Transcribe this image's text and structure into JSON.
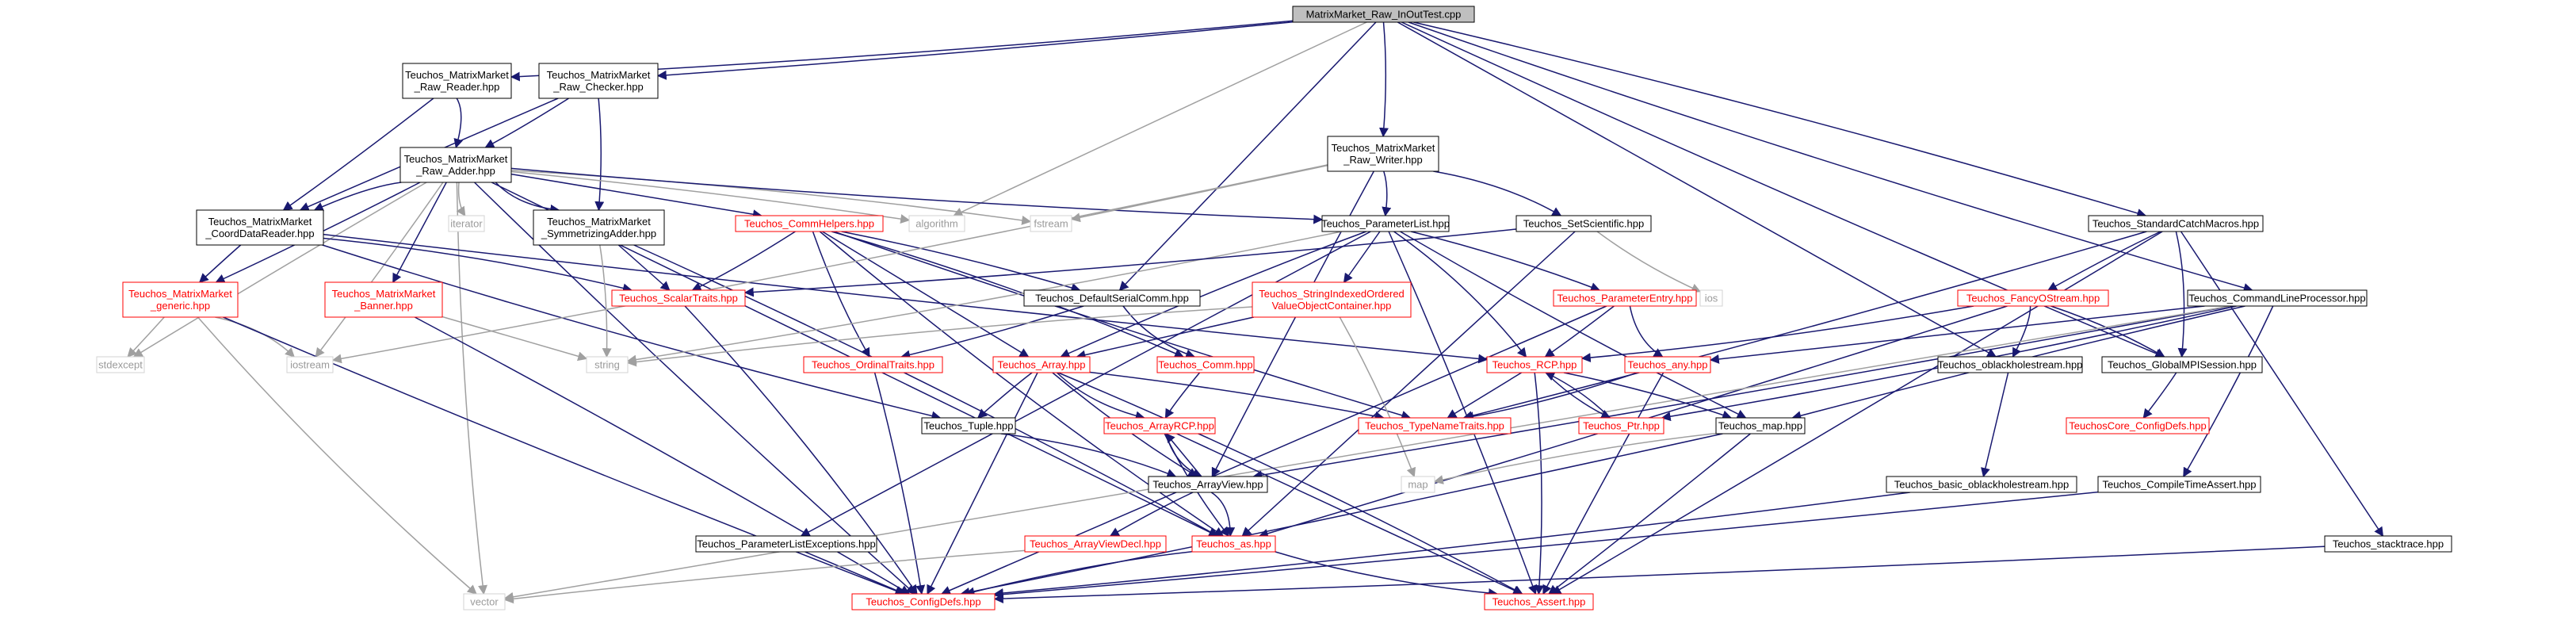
{
  "diagram": {
    "colors": {
      "edge": "#191970",
      "edge_light": "#a0a0a0",
      "root_fill": "#bfbfbf",
      "box_border": "#000000",
      "red_border": "#ff0000",
      "gray_border": "#d3d3d3"
    },
    "nodes": [
      {
        "id": "root",
        "lines": [
          "MatrixMarket_Raw_InOutTest.cpp"
        ],
        "style": "root"
      },
      {
        "id": "reader",
        "lines": [
          "Teuchos_MatrixMarket",
          "_Raw_Reader.hpp"
        ],
        "style": "black"
      },
      {
        "id": "checker",
        "lines": [
          "Teuchos_MatrixMarket",
          "_Raw_Checker.hpp"
        ],
        "style": "black"
      },
      {
        "id": "adder",
        "lines": [
          "Teuchos_MatrixMarket",
          "_Raw_Adder.hpp"
        ],
        "style": "black"
      },
      {
        "id": "writer",
        "lines": [
          "Teuchos_MatrixMarket",
          "_Raw_Writer.hpp"
        ],
        "style": "black"
      },
      {
        "id": "catch",
        "lines": [
          "Teuchos_StandardCatchMacros.hpp"
        ],
        "style": "black"
      },
      {
        "id": "coord",
        "lines": [
          "Teuchos_MatrixMarket",
          "_CoordDataReader.hpp"
        ],
        "style": "black"
      },
      {
        "id": "symm",
        "lines": [
          "Teuchos_MatrixMarket",
          "_SymmetrizingAdder.hpp"
        ],
        "style": "black"
      },
      {
        "id": "iterator",
        "lines": [
          "iterator"
        ],
        "style": "gray"
      },
      {
        "id": "commhelpers",
        "lines": [
          "Teuchos_CommHelpers.hpp"
        ],
        "style": "red"
      },
      {
        "id": "algorithm",
        "lines": [
          "algorithm"
        ],
        "style": "gray"
      },
      {
        "id": "fstream",
        "lines": [
          "fstream"
        ],
        "style": "gray"
      },
      {
        "id": "paramlist",
        "lines": [
          "Teuchos_ParameterList.hpp"
        ],
        "style": "black"
      },
      {
        "id": "setsci",
        "lines": [
          "Teuchos_SetScientific.hpp"
        ],
        "style": "black"
      },
      {
        "id": "generic",
        "lines": [
          "Teuchos_MatrixMarket",
          "_generic.hpp"
        ],
        "style": "red"
      },
      {
        "id": "banner",
        "lines": [
          "Teuchos_MatrixMarket",
          "_Banner.hpp"
        ],
        "style": "red"
      },
      {
        "id": "scalartraits",
        "lines": [
          "Teuchos_ScalarTraits.hpp"
        ],
        "style": "red"
      },
      {
        "id": "defserialcomm",
        "lines": [
          "Teuchos_DefaultSerialComm.hpp"
        ],
        "style": "black"
      },
      {
        "id": "stringindexed",
        "lines": [
          "Teuchos_StringIndexedOrdered",
          "ValueObjectContainer.hpp"
        ],
        "style": "red"
      },
      {
        "id": "paramentry",
        "lines": [
          "Teuchos_ParameterEntry.hpp"
        ],
        "style": "red"
      },
      {
        "id": "ios",
        "lines": [
          "ios"
        ],
        "style": "gray"
      },
      {
        "id": "fancyostream",
        "lines": [
          "Teuchos_FancyOStream.hpp"
        ],
        "style": "red"
      },
      {
        "id": "cmdline",
        "lines": [
          "Teuchos_CommandLineProcessor.hpp"
        ],
        "style": "black"
      },
      {
        "id": "stdexcept",
        "lines": [
          "stdexcept"
        ],
        "style": "gray"
      },
      {
        "id": "iostream",
        "lines": [
          "iostream"
        ],
        "style": "gray"
      },
      {
        "id": "string",
        "lines": [
          "string"
        ],
        "style": "gray"
      },
      {
        "id": "ordinaltraits",
        "lines": [
          "Teuchos_OrdinalTraits.hpp"
        ],
        "style": "red"
      },
      {
        "id": "array",
        "lines": [
          "Teuchos_Array.hpp"
        ],
        "style": "red"
      },
      {
        "id": "comm",
        "lines": [
          "Teuchos_Comm.hpp"
        ],
        "style": "red"
      },
      {
        "id": "rcp",
        "lines": [
          "Teuchos_RCP.hpp"
        ],
        "style": "red"
      },
      {
        "id": "any",
        "lines": [
          "Teuchos_any.hpp"
        ],
        "style": "red"
      },
      {
        "id": "oblackhole",
        "lines": [
          "Teuchos_oblackholestream.hpp"
        ],
        "style": "black"
      },
      {
        "id": "globalmpi",
        "lines": [
          "Teuchos_GlobalMPISession.hpp"
        ],
        "style": "black"
      },
      {
        "id": "tuple",
        "lines": [
          "Teuchos_Tuple.hpp"
        ],
        "style": "black"
      },
      {
        "id": "arrayrcp",
        "lines": [
          "Teuchos_ArrayRCP.hpp"
        ],
        "style": "red"
      },
      {
        "id": "typenametraits",
        "lines": [
          "Teuchos_TypeNameTraits.hpp"
        ],
        "style": "red"
      },
      {
        "id": "ptr",
        "lines": [
          "Teuchos_Ptr.hpp"
        ],
        "style": "red"
      },
      {
        "id": "map_hpp",
        "lines": [
          "Teuchos_map.hpp"
        ],
        "style": "black"
      },
      {
        "id": "coreconfig",
        "lines": [
          "TeuchosCore_ConfigDefs.hpp"
        ],
        "style": "red"
      },
      {
        "id": "arrayview",
        "lines": [
          "Teuchos_ArrayView.hpp"
        ],
        "style": "black"
      },
      {
        "id": "map",
        "lines": [
          "map"
        ],
        "style": "gray"
      },
      {
        "id": "basicoblack",
        "lines": [
          "Teuchos_basic_oblackholestream.hpp"
        ],
        "style": "black"
      },
      {
        "id": "compiletime",
        "lines": [
          "Teuchos_CompileTimeAssert.hpp"
        ],
        "style": "black"
      },
      {
        "id": "paramlistexc",
        "lines": [
          "Teuchos_ParameterListExceptions.hpp"
        ],
        "style": "black"
      },
      {
        "id": "arrayviewdecl",
        "lines": [
          "Teuchos_ArrayViewDecl.hpp"
        ],
        "style": "red"
      },
      {
        "id": "as",
        "lines": [
          "Teuchos_as.hpp"
        ],
        "style": "red"
      },
      {
        "id": "stacktrace",
        "lines": [
          "Teuchos_stacktrace.hpp"
        ],
        "style": "black"
      },
      {
        "id": "vector",
        "lines": [
          "vector"
        ],
        "style": "gray"
      },
      {
        "id": "configdefs",
        "lines": [
          "Teuchos_ConfigDefs.hpp"
        ],
        "style": "red"
      },
      {
        "id": "assert",
        "lines": [
          "Teuchos_Assert.hpp"
        ],
        "style": "red"
      }
    ],
    "edges": [
      [
        "root",
        "reader"
      ],
      [
        "root",
        "checker"
      ],
      [
        "root",
        "algorithm"
      ],
      [
        "root",
        "writer"
      ],
      [
        "root",
        "catch"
      ],
      [
        "root",
        "cmdline"
      ],
      [
        "root",
        "globalmpi"
      ],
      [
        "root",
        "oblackhole"
      ],
      [
        "root",
        "defserialcomm"
      ],
      [
        "reader",
        "adder"
      ],
      [
        "reader",
        "coord"
      ],
      [
        "checker",
        "adder"
      ],
      [
        "checker",
        "coord"
      ],
      [
        "checker",
        "symm"
      ],
      [
        "adder",
        "coord"
      ],
      [
        "adder",
        "symm"
      ],
      [
        "adder",
        "iterator"
      ],
      [
        "adder",
        "commhelpers"
      ],
      [
        "adder",
        "algorithm"
      ],
      [
        "adder",
        "fstream"
      ],
      [
        "adder",
        "paramlist"
      ],
      [
        "adder",
        "generic"
      ],
      [
        "adder",
        "banner"
      ],
      [
        "adder",
        "stdexcept"
      ],
      [
        "adder",
        "iostream"
      ],
      [
        "adder",
        "vector"
      ],
      [
        "adder",
        "configdefs"
      ],
      [
        "adder",
        "as"
      ],
      [
        "coord",
        "generic"
      ],
      [
        "coord",
        "scalartraits"
      ],
      [
        "coord",
        "tuple"
      ],
      [
        "coord",
        "rcp"
      ],
      [
        "symm",
        "scalartraits"
      ],
      [
        "symm",
        "string"
      ],
      [
        "symm",
        "as"
      ],
      [
        "commhelpers",
        "scalartraits"
      ],
      [
        "commhelpers",
        "ordinaltraits"
      ],
      [
        "commhelpers",
        "array"
      ],
      [
        "commhelpers",
        "defserialcomm"
      ],
      [
        "commhelpers",
        "comm"
      ],
      [
        "commhelpers",
        "as"
      ],
      [
        "commhelpers",
        "typenametraits"
      ],
      [
        "writer",
        "fstream"
      ],
      [
        "writer",
        "paramlist"
      ],
      [
        "writer",
        "setsci"
      ],
      [
        "writer",
        "iostream"
      ],
      [
        "writer",
        "arrayview"
      ],
      [
        "paramlist",
        "stringindexed"
      ],
      [
        "paramlist",
        "paramentry"
      ],
      [
        "paramlist",
        "rcp"
      ],
      [
        "paramlist",
        "string"
      ],
      [
        "paramlist",
        "map_hpp"
      ],
      [
        "paramlist",
        "paramlistexc"
      ],
      [
        "paramlist",
        "assert"
      ],
      [
        "paramlist",
        "array"
      ],
      [
        "setsci",
        "scalartraits"
      ],
      [
        "setsci",
        "ios"
      ],
      [
        "setsci",
        "as"
      ],
      [
        "generic",
        "stdexcept"
      ],
      [
        "generic",
        "iostream"
      ],
      [
        "generic",
        "vector"
      ],
      [
        "generic",
        "configdefs"
      ],
      [
        "banner",
        "string"
      ],
      [
        "banner",
        "configdefs"
      ],
      [
        "scalartraits",
        "configdefs"
      ],
      [
        "defserialcomm",
        "comm"
      ],
      [
        "defserialcomm",
        "ordinaltraits"
      ],
      [
        "stringindexed",
        "array"
      ],
      [
        "stringindexed",
        "map"
      ],
      [
        "stringindexed",
        "string"
      ],
      [
        "paramentry",
        "any"
      ],
      [
        "paramentry",
        "rcp"
      ],
      [
        "paramentry",
        "configdefs"
      ],
      [
        "catch",
        "fancyostream"
      ],
      [
        "catch",
        "globalmpi"
      ],
      [
        "catch",
        "typenametraits"
      ],
      [
        "catch",
        "assert"
      ],
      [
        "catch",
        "stacktrace"
      ],
      [
        "fancyostream",
        "globalmpi"
      ],
      [
        "fancyostream",
        "oblackhole"
      ],
      [
        "fancyostream",
        "rcp"
      ],
      [
        "fancyostream",
        "as"
      ],
      [
        "cmdline",
        "any"
      ],
      [
        "cmdline",
        "map_hpp"
      ],
      [
        "cmdline",
        "compiletime"
      ],
      [
        "cmdline",
        "ptr"
      ],
      [
        "cmdline",
        "arrayview"
      ],
      [
        "cmdline",
        "vector"
      ],
      [
        "ordinaltraits",
        "configdefs"
      ],
      [
        "array",
        "tuple"
      ],
      [
        "array",
        "arrayrcp"
      ],
      [
        "array",
        "arrayview"
      ],
      [
        "array",
        "configdefs"
      ],
      [
        "array",
        "typenametraits"
      ],
      [
        "array",
        "assert"
      ],
      [
        "comm",
        "arrayrcp"
      ],
      [
        "rcp",
        "ptr"
      ],
      [
        "rcp",
        "typenametraits"
      ],
      [
        "rcp",
        "map_hpp"
      ],
      [
        "rcp",
        "assert"
      ],
      [
        "any",
        "typenametraits"
      ],
      [
        "any",
        "assert"
      ],
      [
        "oblackhole",
        "basicoblack"
      ],
      [
        "globalmpi",
        "coreconfig"
      ],
      [
        "tuple",
        "arrayview"
      ],
      [
        "arrayrcp",
        "arrayview"
      ],
      [
        "arrayrcp",
        "as"
      ],
      [
        "arrayrcp",
        "assert"
      ],
      [
        "ptr",
        "rcp"
      ],
      [
        "map_hpp",
        "map"
      ],
      [
        "map_hpp",
        "assert"
      ],
      [
        "map_hpp",
        "configdefs"
      ],
      [
        "arrayview",
        "arrayrcp"
      ],
      [
        "arrayview",
        "arrayviewdecl"
      ],
      [
        "arrayview",
        "as"
      ],
      [
        "basicoblack",
        "configdefs"
      ],
      [
        "compiletime",
        "configdefs"
      ],
      [
        "paramlistexc",
        "configdefs"
      ],
      [
        "arrayviewdecl",
        "vector"
      ],
      [
        "as",
        "configdefs"
      ],
      [
        "as",
        "assert"
      ],
      [
        "stacktrace",
        "configdefs"
      ]
    ]
  }
}
